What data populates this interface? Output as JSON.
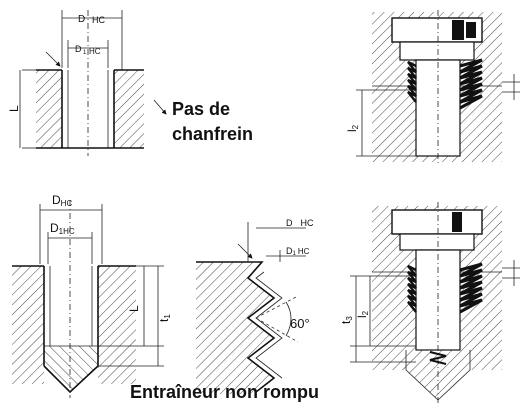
{
  "fig_a": {
    "dim_outer": "D",
    "dim_outer_sub": "HC",
    "dim_inner": "D",
    "dim_inner_sub1": "1",
    "dim_inner_sub2": "HC",
    "len": "L",
    "note_line1": "Pas de",
    "note_line2": "chanfrein"
  },
  "fig_b": {
    "len": "l",
    "len_sub": "2"
  },
  "fig_c": {
    "dim_outer": "D",
    "dim_outer_sub": "HC",
    "dim_inner": "D",
    "dim_inner_sub": "1HC",
    "len": "L",
    "len_total": "t",
    "len_total_sub": "1"
  },
  "fig_d": {
    "dim_outer": "D",
    "dim_outer_sub": "HC",
    "dim_inner": "D",
    "dim_inner_sub1": "1",
    "dim_inner_sub2": "HC",
    "angle": "60°"
  },
  "fig_e": {
    "len_a": "t",
    "len_a_sub": "3",
    "len_b": "l",
    "len_b_sub": "2"
  },
  "caption": "Entraîneur non rompu"
}
